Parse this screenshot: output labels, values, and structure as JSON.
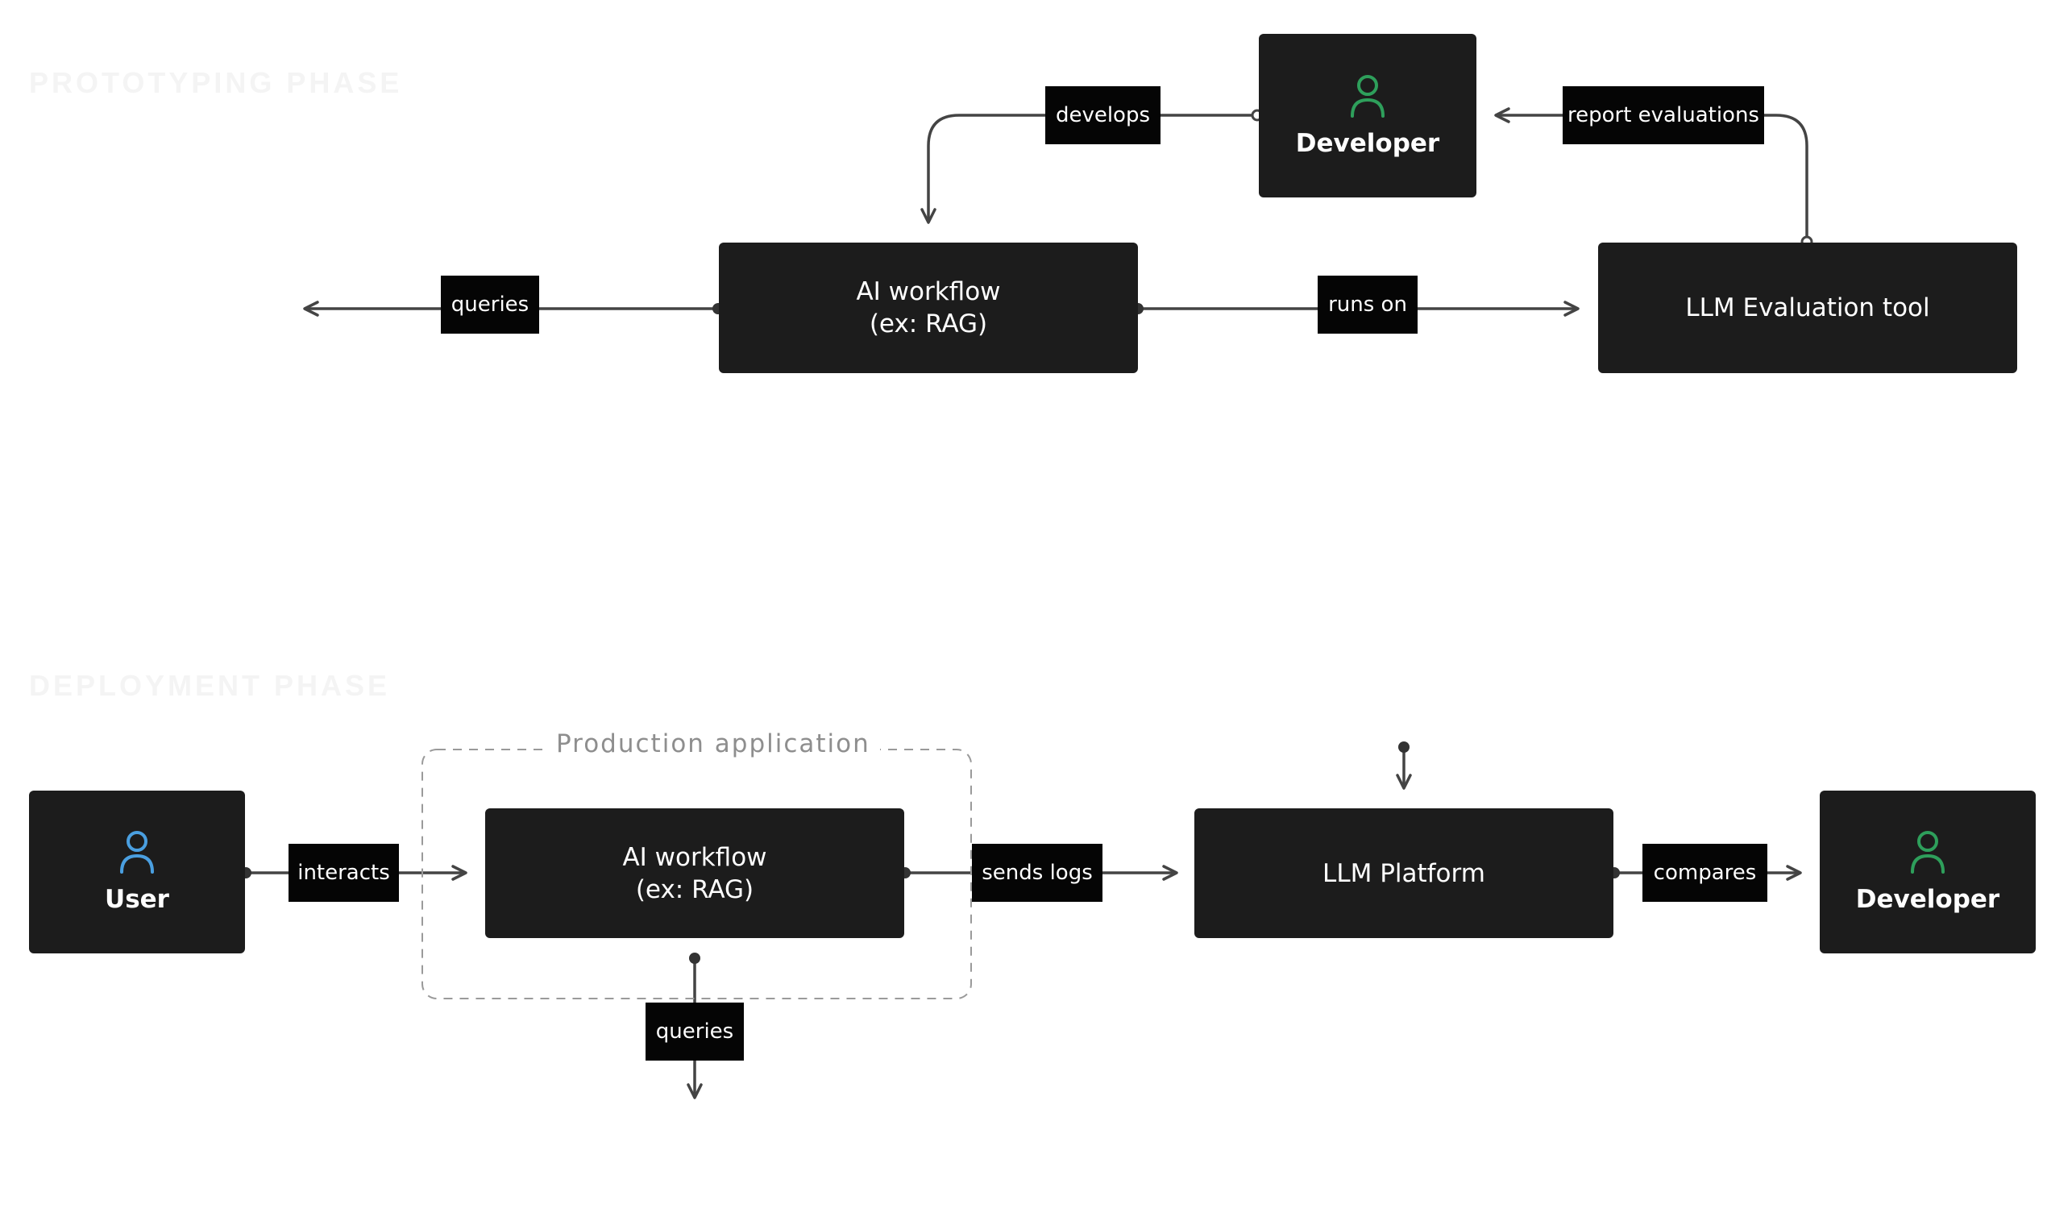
{
  "phases": {
    "prototyping": {
      "title": "PROTOTYPING PHASE",
      "developer": {
        "label": "Developer",
        "icon": "person-icon",
        "icon_color": "#2e9f5b"
      },
      "ai_workflow": {
        "line1": "AI workflow",
        "line2": "(ex: RAG)"
      },
      "eval_tool": {
        "label": "LLM Evaluation tool"
      },
      "edges": {
        "develops": "develops",
        "report_evaluations": "report evaluations",
        "runs_on": "runs on",
        "queries": "queries"
      }
    },
    "deployment": {
      "title": "DEPLOYMENT PHASE",
      "group_title": "Production application",
      "user": {
        "label": "User",
        "icon": "person-icon",
        "icon_color": "#4a9fe0"
      },
      "ai_workflow": {
        "line1": "AI workflow",
        "line2": "(ex: RAG)"
      },
      "platform": {
        "label": "LLM Platform"
      },
      "developer": {
        "label": "Developer",
        "icon": "person-icon",
        "icon_color": "#2e9f5b"
      },
      "edges": {
        "interacts": "interacts",
        "sends_logs": "sends logs",
        "compares": "compares",
        "queries": "queries"
      }
    }
  },
  "colors": {
    "node_bg": "#1c1c1c",
    "label_bg": "#050505",
    "wire": "#444444",
    "group_border": "#9a9a9a"
  }
}
